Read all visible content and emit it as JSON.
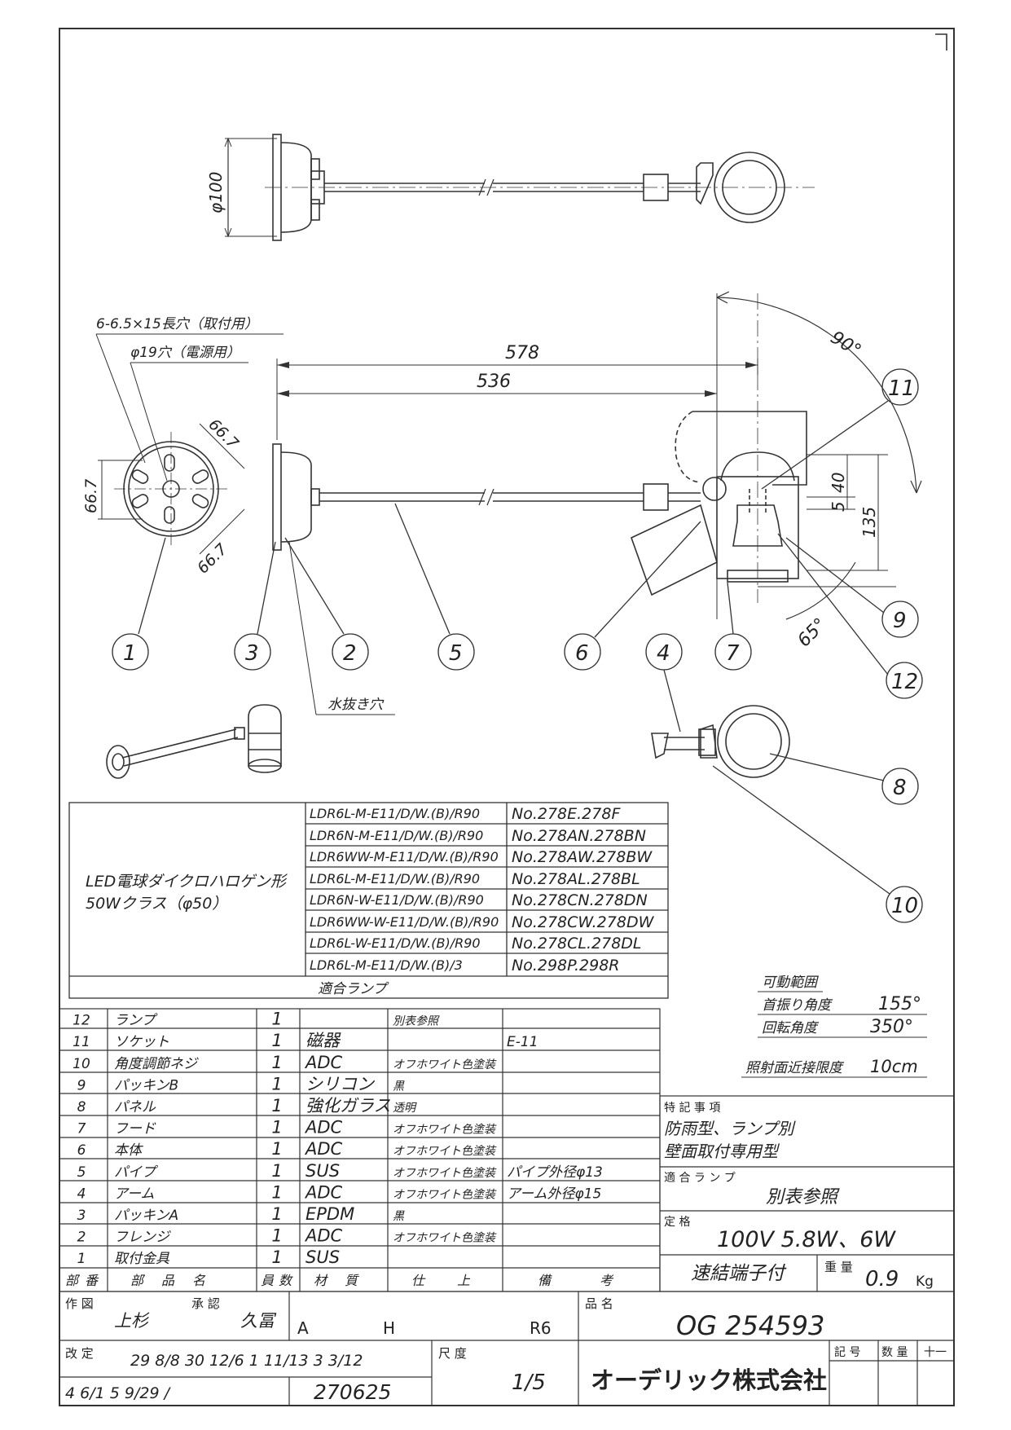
{
  "drawing": {
    "dim_diameter": "φ100",
    "note_holes": "6-6.5×15長穴（取付用）",
    "note_power_hole": "φ19穴（電源用）",
    "dim_578": "578",
    "dim_536": "536",
    "dim_66_7_a": "66.7",
    "dim_66_7_b": "66.7",
    "dim_66_7_c": "66.7",
    "dim_90deg": "90°",
    "dim_65deg": "65°",
    "dim_40": "40",
    "dim_5": "5",
    "dim_135": "135",
    "note_drain": "水抜き穴",
    "balloons": [
      "1",
      "3",
      "2",
      "5",
      "6",
      "4",
      "7",
      "9",
      "12",
      "11",
      "8",
      "10"
    ]
  },
  "lamp_table": {
    "desc_line1": "LED電球ダイクロハロゲン形",
    "desc_line2": "50Wクラス（φ50）",
    "footer": "適合ランプ",
    "rows": [
      {
        "model": "LDR6L-M-E11/D/W.(B)/R90",
        "no": "No.278E.278F"
      },
      {
        "model": "LDR6N-M-E11/D/W.(B)/R90",
        "no": "No.278AN.278BN"
      },
      {
        "model": "LDR6WW-M-E11/D/W.(B)/R90",
        "no": "No.278AW.278BW"
      },
      {
        "model": "LDR6L-M-E11/D/W.(B)/R90",
        "no": "No.278AL.278BL"
      },
      {
        "model": "LDR6N-W-E11/D/W.(B)/R90",
        "no": "No.278CN.278DN"
      },
      {
        "model": "LDR6WW-W-E11/D/W.(B)/R90",
        "no": "No.278CW.278DW"
      },
      {
        "model": "LDR6L-W-E11/D/W.(B)/R90",
        "no": "No.278CL.278DL"
      },
      {
        "model": "LDR6L-M-E11/D/W.(B)/3",
        "no": "No.298P.298R"
      }
    ]
  },
  "movement": {
    "title": "可動範囲",
    "swing_label": "首振り角度",
    "swing_value": "155°",
    "rotate_label": "回転角度",
    "rotate_value": "350°",
    "min_distance_label": "照射面近接限度",
    "min_distance_value": "10cm"
  },
  "parts": {
    "header": [
      "部番",
      "部品名",
      "員数",
      "材質",
      "仕上",
      "備考"
    ],
    "rows": [
      {
        "no": "12",
        "name": "ランプ",
        "qty": "1",
        "material": "",
        "finish": "別表参照",
        "note": ""
      },
      {
        "no": "11",
        "name": "ソケット",
        "qty": "1",
        "material": "磁器",
        "finish": "",
        "note": "E-11"
      },
      {
        "no": "10",
        "name": "角度調節ネジ",
        "qty": "1",
        "material": "ADC",
        "finish": "オフホワイト色塗装",
        "note": ""
      },
      {
        "no": "9",
        "name": "パッキンB",
        "qty": "1",
        "material": "シリコン",
        "finish": "黒",
        "note": ""
      },
      {
        "no": "8",
        "name": "パネル",
        "qty": "1",
        "material": "強化ガラス",
        "finish": "透明",
        "note": ""
      },
      {
        "no": "7",
        "name": "フード",
        "qty": "1",
        "material": "ADC",
        "finish": "オフホワイト色塗装",
        "note": ""
      },
      {
        "no": "6",
        "name": "本体",
        "qty": "1",
        "material": "ADC",
        "finish": "オフホワイト色塗装",
        "note": ""
      },
      {
        "no": "5",
        "name": "パイプ",
        "qty": "1",
        "material": "SUS",
        "finish": "オフホワイト色塗装",
        "note": "パイプ外径φ13"
      },
      {
        "no": "4",
        "name": "アーム",
        "qty": "1",
        "material": "ADC",
        "finish": "オフホワイト色塗装",
        "note": "アーム外径φ15"
      },
      {
        "no": "3",
        "name": "パッキンA",
        "qty": "1",
        "material": "EPDM",
        "finish": "黒",
        "note": ""
      },
      {
        "no": "2",
        "name": "フレンジ",
        "qty": "1",
        "material": "ADC",
        "finish": "オフホワイト色塗装",
        "note": ""
      },
      {
        "no": "1",
        "name": "取付金具",
        "qty": "1",
        "material": "SUS",
        "finish": "",
        "note": ""
      }
    ]
  },
  "specs": {
    "notes_title": "特 記 事 項",
    "notes_line1": "防雨型、ランプ別",
    "notes_line2": "壁面取付専用型",
    "lamp_title": "適 合 ラ ン プ",
    "lamp_value": "別表参照",
    "rating_title": "定 格",
    "rating_value": "100V 5.8W、6W",
    "terminal": "速結端子付",
    "weight_label": "重 量",
    "weight_value": "0.9",
    "weight_unit": "Kg"
  },
  "title_block": {
    "drawn_label": "作 図",
    "drawn_by": "上杉",
    "approved_label": "承 認",
    "approved_by": "久冨",
    "code_a": "A",
    "code_h": "H",
    "code_r": "R6",
    "name_label": "品 名",
    "product_code": "OG 254593",
    "revision_label": "改 定",
    "revisions": "29 8/8  30 12/6  1 11/13  3 3/12",
    "revisions2": "4 6/1  5 9/29  /",
    "drawing_no": "270625",
    "scale_label": "尺 度",
    "scale_value": "1/5",
    "company": "オーデリック株式会社",
    "symbol_label": "記 号",
    "qty_label": "数 量",
    "extra_label": "十一"
  }
}
